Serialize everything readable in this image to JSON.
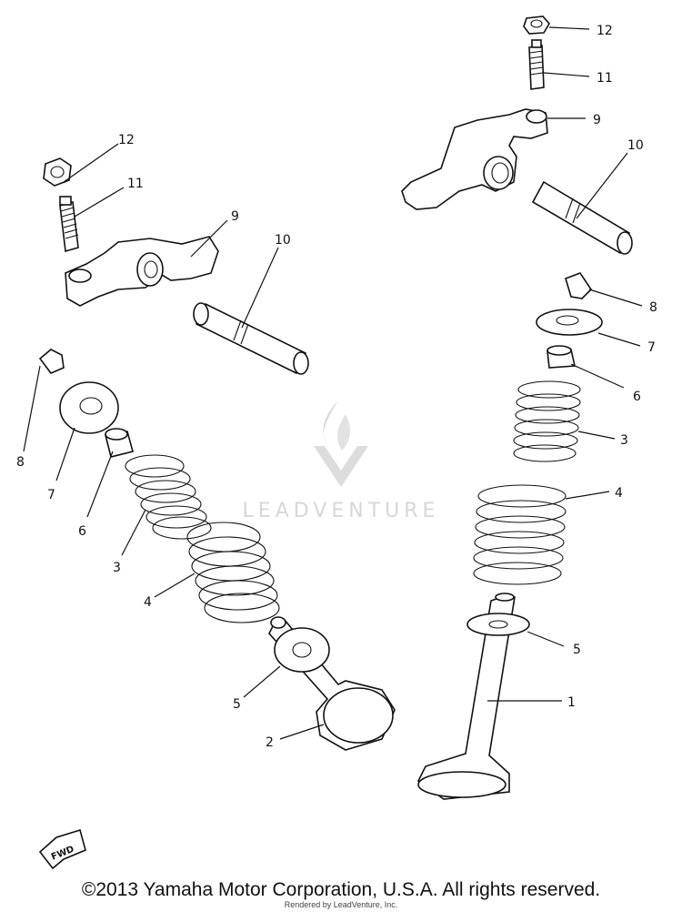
{
  "diagram": {
    "callouts": {
      "n1": "1",
      "n2": "2",
      "n3a": "3",
      "n3b": "3",
      "n4a": "4",
      "n4b": "4",
      "n5a": "5",
      "n5b": "5",
      "n6a": "6",
      "n6b": "6",
      "n7a": "7",
      "n7b": "7",
      "n8a": "8",
      "n8b": "8",
      "n9a": "9",
      "n9b": "9",
      "n10a": "10",
      "n10b": "10",
      "n11a": "11",
      "n11b": "11",
      "n12a": "12",
      "n12b": "12"
    },
    "fwd_label": "FWD",
    "watermark": "LEADVENTURE"
  },
  "footer": {
    "copyright": "©2013 Yamaha Motor Corporation, U.S.A. All rights reserved.",
    "rendered_by": "Rendered by LeadVenture, Inc."
  },
  "colors": {
    "ink": "#111111",
    "watermark": "#d7d7d7",
    "background": "#ffffff"
  }
}
